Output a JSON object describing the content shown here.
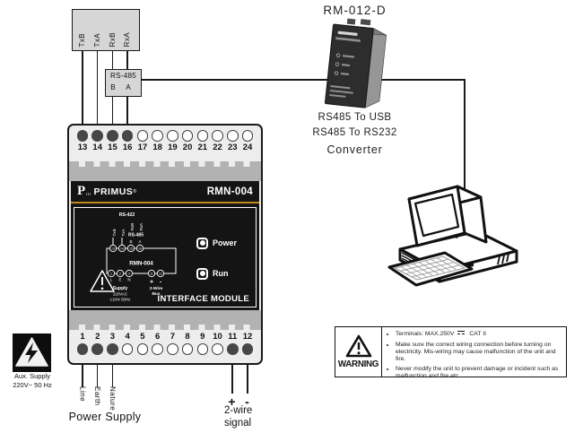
{
  "colors": {
    "accent_gold": "#c08a1e",
    "face_black": "#141414",
    "case_gray": "#ededed",
    "band_gray": "#b2b2b2",
    "box_gray": "#d6d6d6",
    "terminal_filled": "#474747",
    "wire": "#1a1a1a"
  },
  "tl_box": {
    "terminals": [
      "TxB",
      "TxA",
      "RxB",
      "RxA"
    ]
  },
  "rs485_box": {
    "title": "RS-485",
    "pin_b": "B",
    "pin_a": "A"
  },
  "converter": {
    "title": "RM-012-D",
    "caption": [
      "RS485 To USB",
      "RS485 To RS232",
      "Converter"
    ]
  },
  "module": {
    "brand": "PRIMUS",
    "reg": "®",
    "logo_p": "P",
    "logo_bars": "III",
    "model": "RMN-004",
    "top_terminals": {
      "numbers": [
        13,
        14,
        15,
        16,
        17,
        18,
        19,
        20,
        21,
        22,
        23,
        24
      ],
      "filled": [
        13,
        14,
        15,
        16
      ]
    },
    "bottom_terminals": {
      "numbers": [
        1,
        2,
        3,
        4,
        5,
        6,
        7,
        8,
        9,
        10,
        11,
        12
      ],
      "filled": [
        1,
        2,
        3,
        11,
        12
      ]
    },
    "face": {
      "rs422": "RS-422",
      "signals": [
        "TxB",
        "TxA",
        "RxB",
        "RxA"
      ],
      "rs485": "RS-485",
      "pin_b": "B",
      "pin_a": "A",
      "model": "RMN-004",
      "top_nums": [
        "13",
        "14",
        "15",
        "16"
      ],
      "bot_left_nums": [
        "1",
        "2",
        "3"
      ],
      "len": [
        "L",
        "E",
        "N"
      ],
      "bot_right_nums": [
        "11",
        "12"
      ],
      "plus": "+",
      "minus": "-",
      "supply": [
        "Supply",
        "220VAC",
        "±10% 50Hz"
      ],
      "bus": [
        "2-Wire",
        "Bus"
      ],
      "power": "Power",
      "run": "Run",
      "footer": "INTERFACE MODULE"
    }
  },
  "power_supply": {
    "wire_labels": [
      "Line",
      "Earth",
      "Nature"
    ],
    "caption": "Power Supply"
  },
  "signal": {
    "plus": "+",
    "minus": "-",
    "caption": [
      "2-wire",
      "signal"
    ]
  },
  "aux": {
    "line1": "Aux. Supply",
    "line2": "220V~ 50 Hz"
  },
  "warning": {
    "label": "WARNING",
    "item1_pre": "Terminals: MAX.250V",
    "item1_post": "CAT II",
    "item2": "Make sure the correct wiring connection before turning on electricity. Mis-wiring may cause malfunction of the unit and fire.",
    "item3": "Never modify the unit to prevent damage or incident such as malfunction and fire etc."
  }
}
